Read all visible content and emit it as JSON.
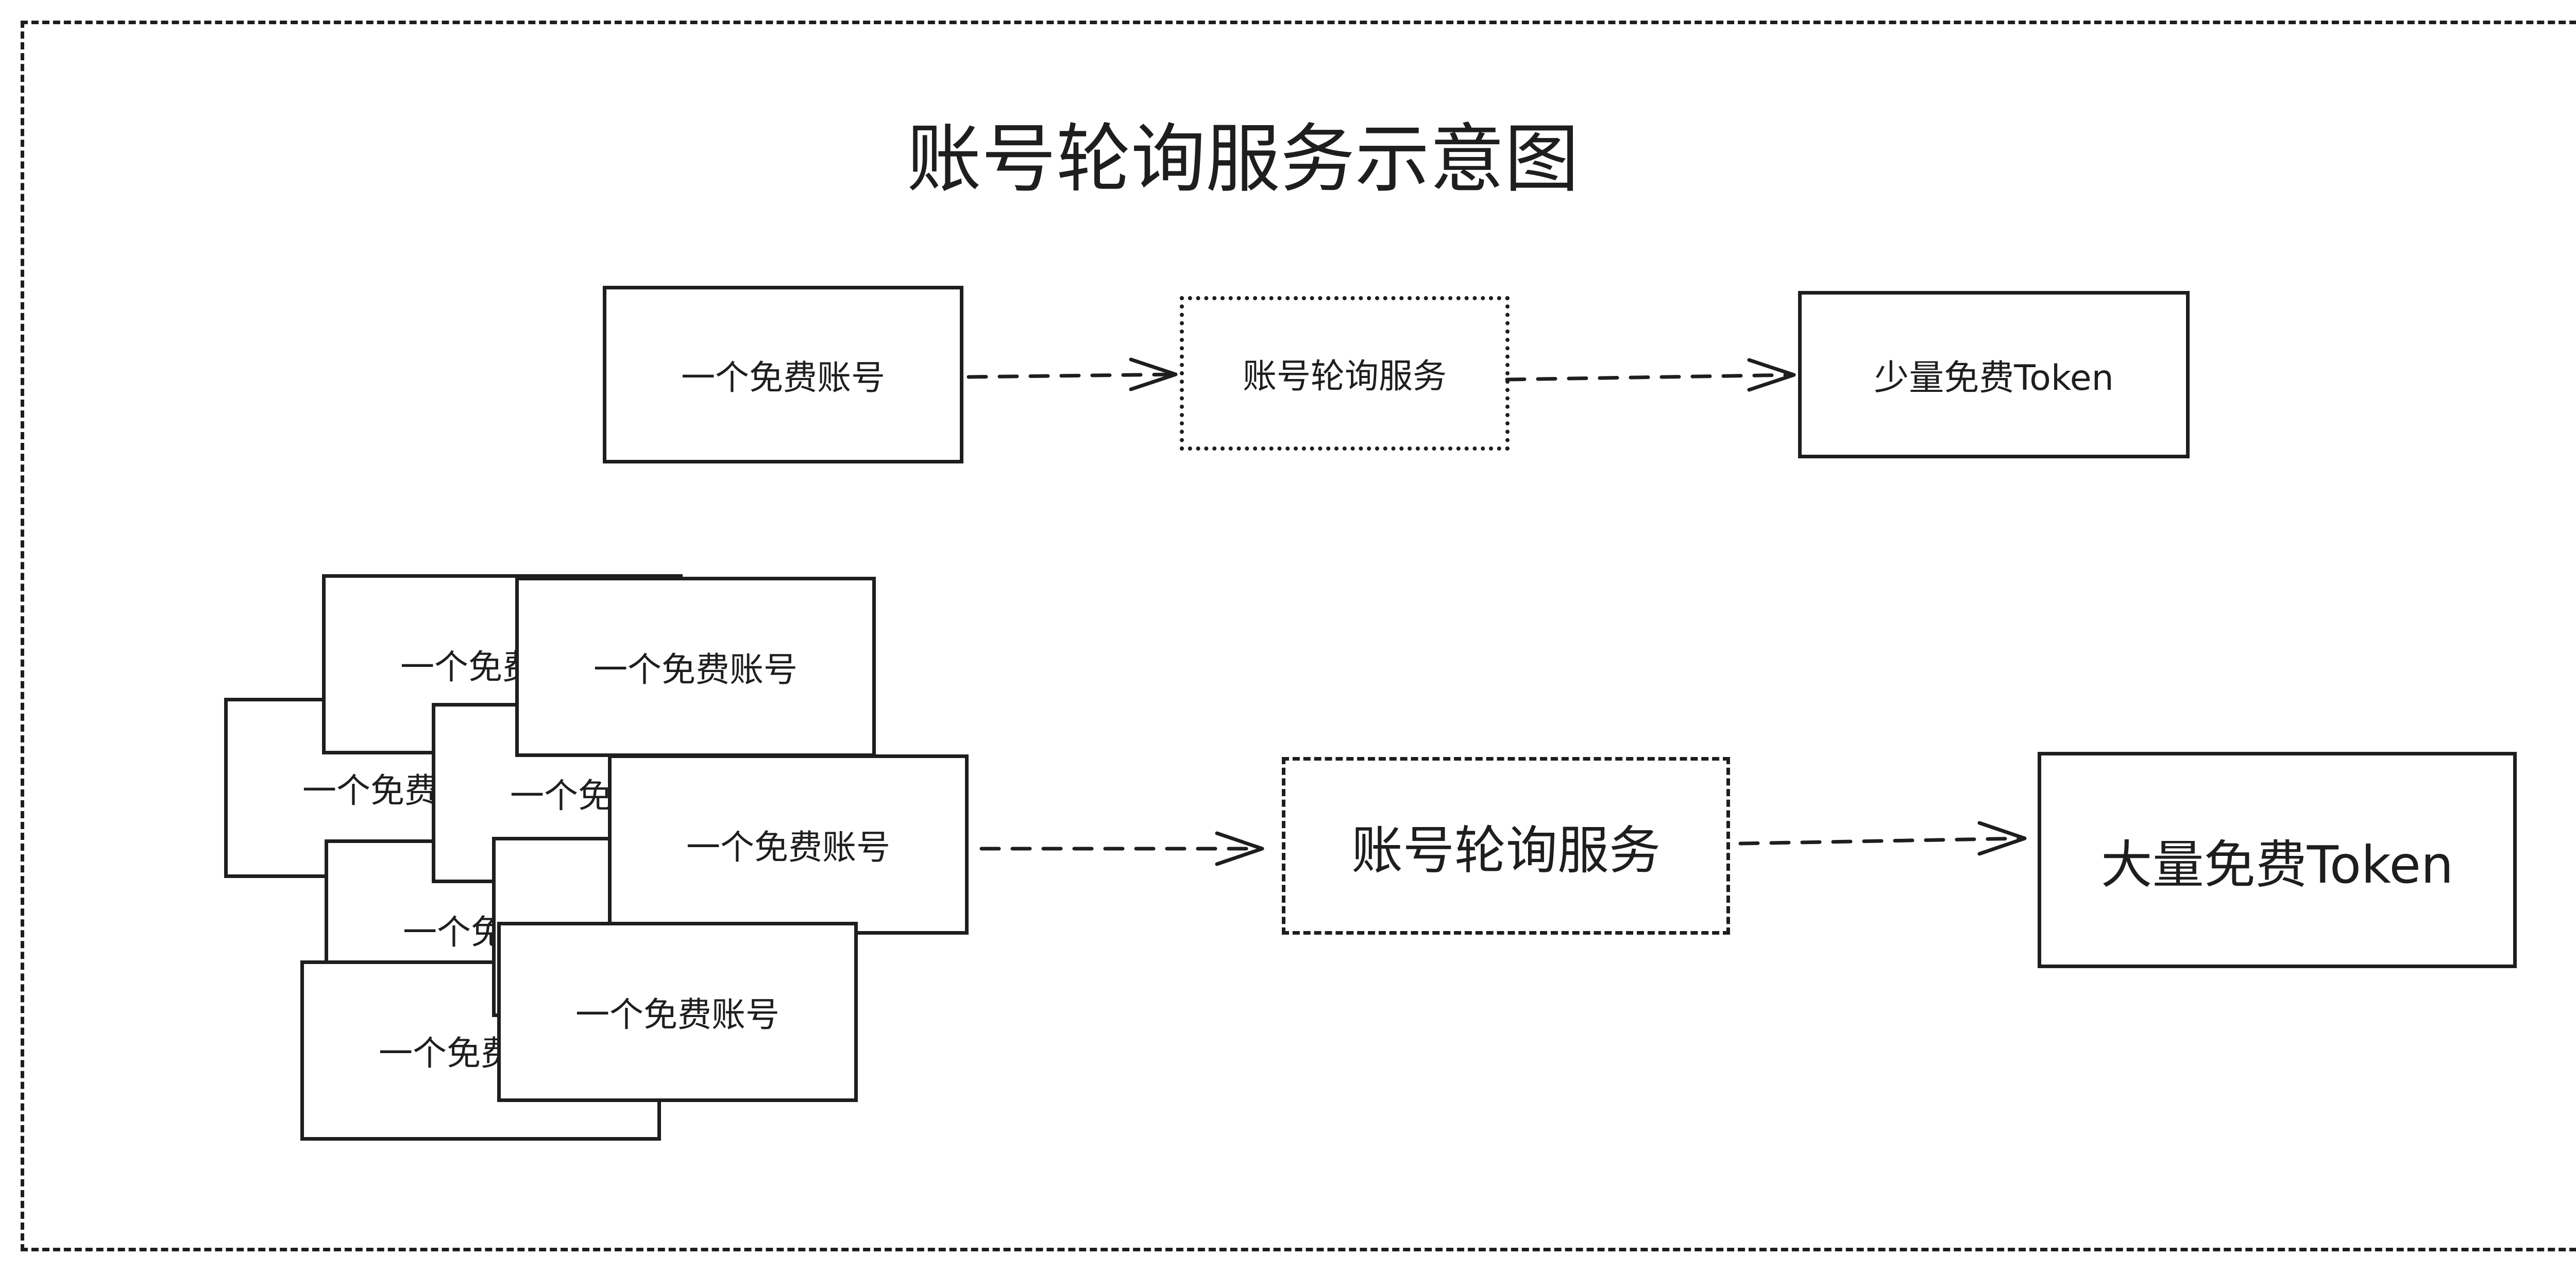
{
  "diagram": {
    "title": "账号轮询服务示意图",
    "top_row": {
      "source": "一个免费账号",
      "service": "账号轮询服务",
      "result": "少量免费Token"
    },
    "bottom_row": {
      "accounts": [
        "一个免费账号",
        "一个免费账号",
        "一个免费账号",
        "一个免费账号",
        "一个免费账号",
        "一个免费账号",
        "一个免费账号",
        "一个免费账号",
        "一个免费账号"
      ],
      "service": "账号轮询服务",
      "result": "大量免费Token"
    }
  }
}
